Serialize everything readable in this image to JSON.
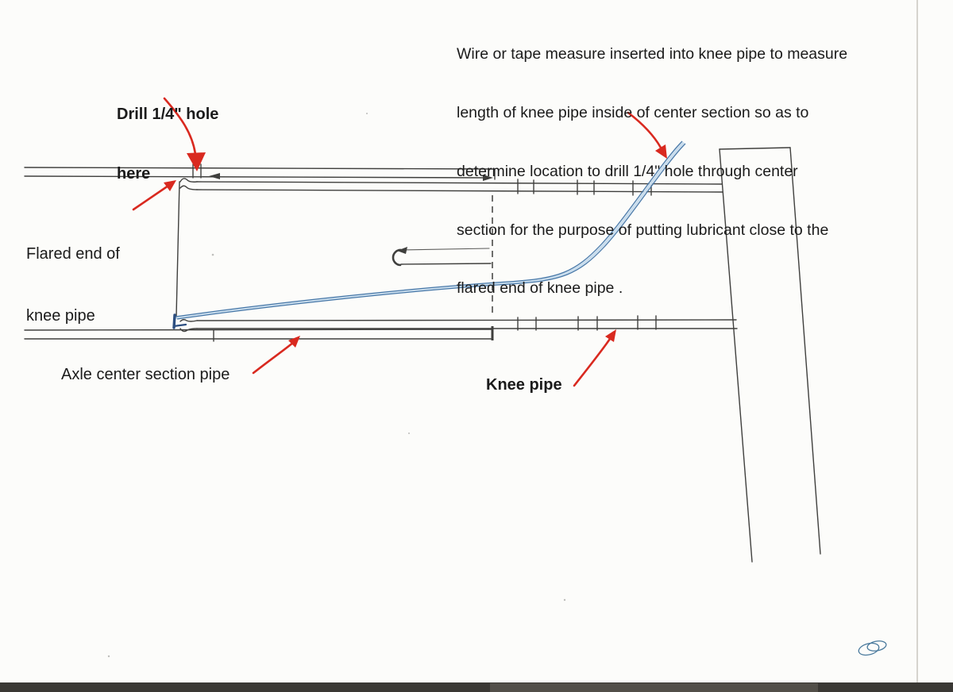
{
  "labels": {
    "top_note_lines": [
      "Wire or tape measure inserted into knee pipe to measure",
      "length of knee pipe inside of center section so as to",
      "determine location to drill 1/4\" hole through center",
      "section for the purpose of putting lubricant close to the",
      "flared end of knee pipe ."
    ],
    "drill_hole": [
      "Drill 1/4\" hole",
      "here"
    ],
    "flared_end": [
      "Flared end of",
      "knee pipe"
    ],
    "axle_center": "Axle center section pipe",
    "knee_pipe": "Knee pipe"
  },
  "colors": {
    "paper": "#fcfcfa",
    "text": "#1b1b1b",
    "ink": "#3f3f3d",
    "annotation_red": "#d9291f",
    "wire_blue_light": "#c9dded",
    "wire_blue": "#4878a8",
    "wire_hook_blue": "#2c4e80",
    "scribble_blue": "#4a7a9d",
    "scan_line": "#ccc9c4",
    "scan_strip": "#3a3834"
  },
  "diagram_parts": [
    "axle-center-section-pipe",
    "knee-pipe",
    "flared-end-of-knee-pipe",
    "drill-hole-marks",
    "insertion-depth-dashed-line",
    "tape-end-hook",
    "measuring-wire",
    "wire-hook",
    "spindle-beam",
    "annotation-arrows",
    "pen-scribble"
  ]
}
